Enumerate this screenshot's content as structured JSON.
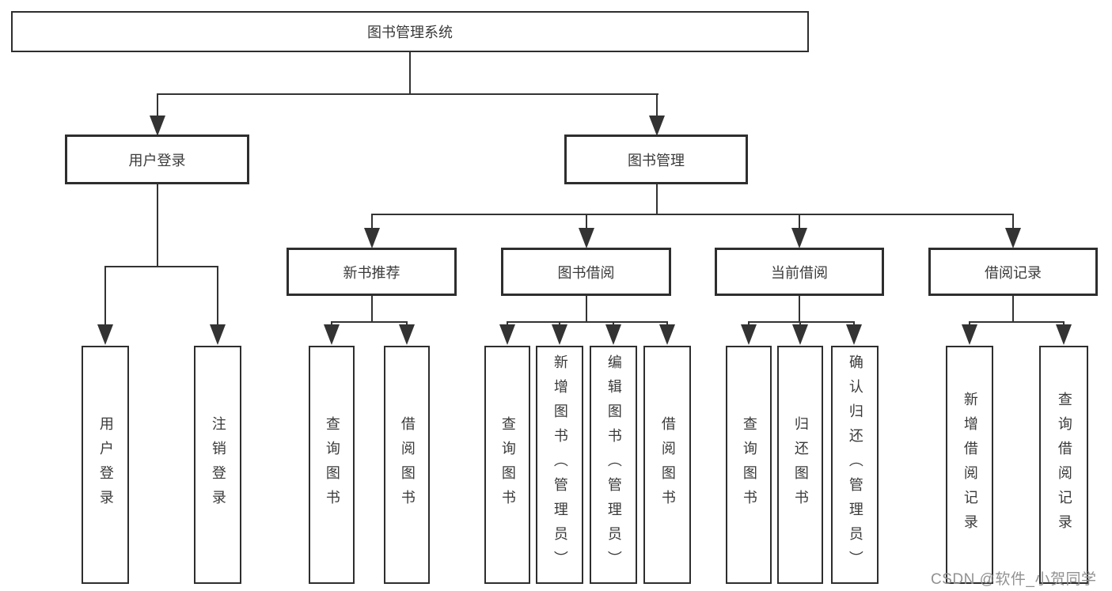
{
  "tree": {
    "label": "图书管理系统",
    "children": [
      {
        "label": "用户登录",
        "children": [
          {
            "label": "用户登录"
          },
          {
            "label": "注销登录"
          }
        ]
      },
      {
        "label": "图书管理",
        "children": [
          {
            "label": "新书推荐",
            "children": [
              {
                "label": "查询图书"
              },
              {
                "label": "借阅图书"
              }
            ]
          },
          {
            "label": "图书借阅",
            "children": [
              {
                "label": "查询图书"
              },
              {
                "label": "新增图书（管理员）"
              },
              {
                "label": "编辑图书（管理员）"
              },
              {
                "label": "借阅图书"
              }
            ]
          },
          {
            "label": "当前借阅",
            "children": [
              {
                "label": "查询图书"
              },
              {
                "label": "归还图书"
              },
              {
                "label": "确认归还（管理员）"
              }
            ]
          },
          {
            "label": "借阅记录",
            "children": [
              {
                "label": "新增借阅记录"
              },
              {
                "label": "查询借阅记录"
              }
            ]
          }
        ]
      }
    ]
  },
  "colors": {
    "line": "#333333",
    "border": "#2e2e2e",
    "text": "#3a3a3a",
    "watermark": "#919191",
    "background": "#ffffff"
  },
  "watermark": {
    "text": "CSDN @软件_小贺同学"
  }
}
